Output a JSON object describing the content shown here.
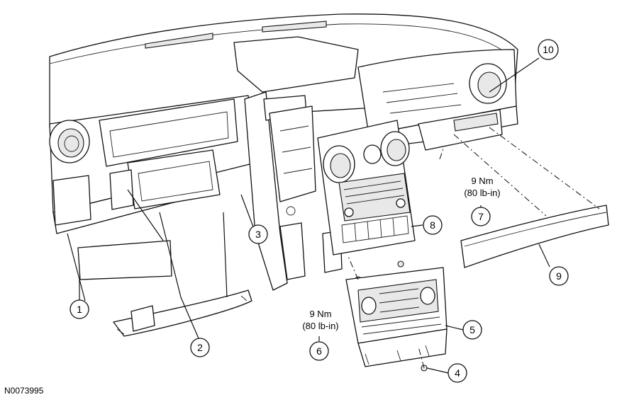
{
  "figure_id": "N0073995",
  "callouts": [
    {
      "number": "1"
    },
    {
      "number": "2"
    },
    {
      "number": "3"
    },
    {
      "number": "4"
    },
    {
      "number": "5"
    },
    {
      "number": "6"
    },
    {
      "number": "7"
    },
    {
      "number": "8"
    },
    {
      "number": "9"
    },
    {
      "number": "10"
    }
  ],
  "torque_specs": [
    {
      "value": "9 Nm",
      "imperial": "(80 lb-in)"
    },
    {
      "value": "9 Nm",
      "imperial": "(80 lb-in)"
    }
  ]
}
